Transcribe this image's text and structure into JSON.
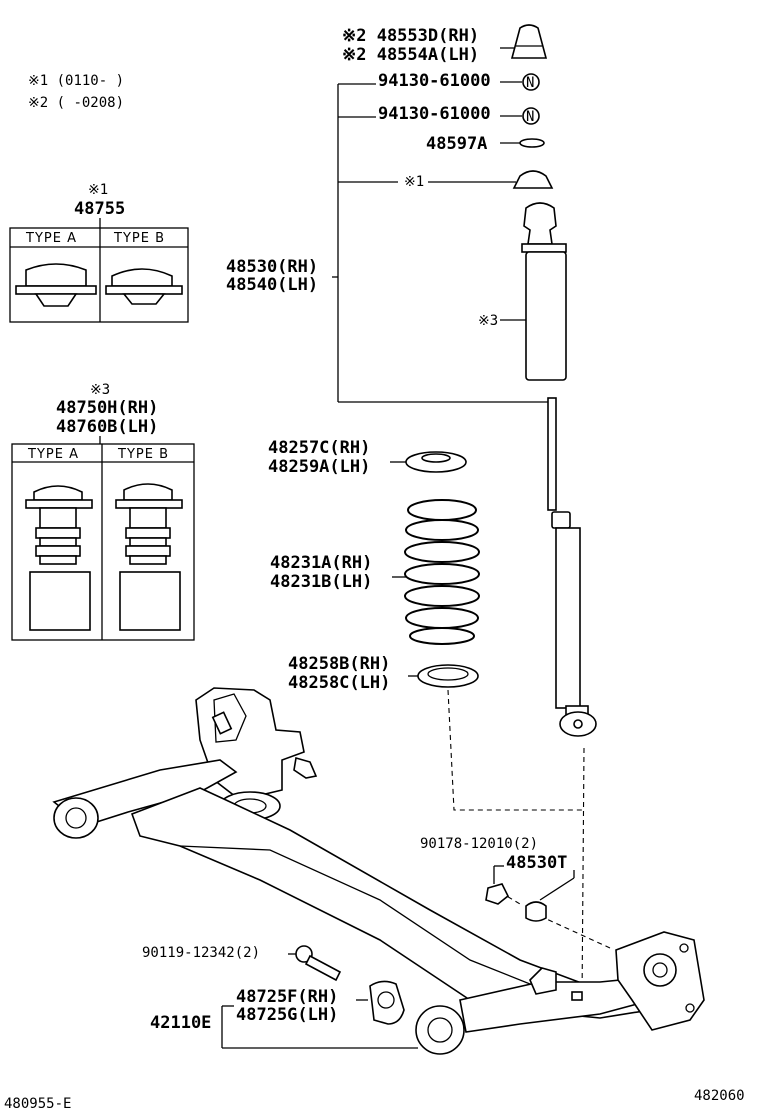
{
  "notes": {
    "n1": "※1 (0110-     )",
    "n2": "※2 (     -0208)"
  },
  "inset1": {
    "mark": "※1",
    "part": "48755",
    "type_a": "TYPE A",
    "type_b": "TYPE B"
  },
  "inset2": {
    "mark": "※3",
    "part_rh": "48750H(RH)",
    "part_lh": "48760B(LH)",
    "type_a": "TYPE A",
    "type_b": "TYPE B"
  },
  "labels": {
    "bump_rh": "※2 48553D(RH)",
    "bump_lh": "※2 48554A(LH)",
    "nut1": "94130-61000",
    "nut2": "94130-61000",
    "washer": "48597A",
    "mark1": "※1",
    "absorber_rh": "48530(RH)",
    "absorber_lh": "48540(LH)",
    "mark3": "※3",
    "insul_upper_rh": "48257C(RH)",
    "insul_upper_lh": "48259A(LH)",
    "spring_rh": "48231A(RH)",
    "spring_lh": "48231B(LH)",
    "insul_lower_rh": "48258B(RH)",
    "insul_lower_lh": "48258C(LH)",
    "bolt_ref": "90178-12010(2)",
    "cushion": "48530T",
    "bolt2": "90119-12342(2)",
    "bush_rh": "48725F(RH)",
    "bush_lh": "48725G(LH)",
    "axle": "42110E",
    "code_left": "480955-E",
    "code_right": "482060",
    "nut_symbol": "N"
  }
}
